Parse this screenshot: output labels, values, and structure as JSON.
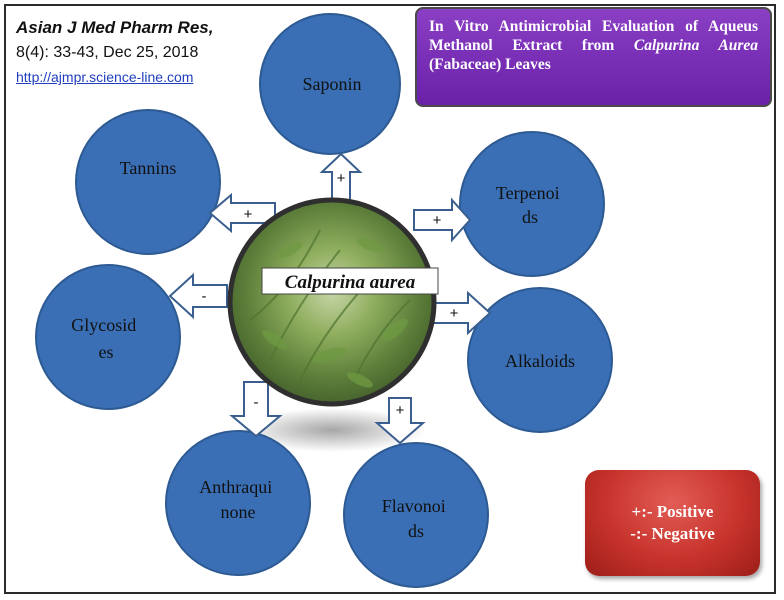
{
  "journal": {
    "name": "Asian J Med Pharm Res,",
    "volume": "8(4): 33-43, Dec 25, 2018",
    "url": "http://ajmpr.science-line.com"
  },
  "title": {
    "part1": "In Vitro Antimicrobial Evaluation of Aqueus Methanol Extract from ",
    "species": "Calpurina Aurea",
    "part2": " (Fabaceae) Leaves"
  },
  "center": {
    "label": "Calpurina aurea"
  },
  "nodes": [
    {
      "id": "saponin",
      "lines": [
        "Saponin"
      ],
      "sign": "+"
    },
    {
      "id": "tannins",
      "lines": [
        "Tannins"
      ],
      "sign": "+"
    },
    {
      "id": "terpenoids",
      "lines": [
        "Terpenoi",
        "ds"
      ],
      "sign": "+"
    },
    {
      "id": "glycosides",
      "lines": [
        "Glycosid",
        "es"
      ],
      "sign": "-"
    },
    {
      "id": "alkaloids",
      "lines": [
        "Alkaloids"
      ],
      "sign": "+"
    },
    {
      "id": "anthraquinone",
      "lines": [
        "Anthraqui",
        "none"
      ],
      "sign": "-"
    },
    {
      "id": "flavonoids",
      "lines": [
        "Flavonoi",
        "ds"
      ],
      "sign": "+"
    }
  ],
  "legend": {
    "positive": "+:- Positive",
    "negative": "-:- Negative"
  },
  "colors": {
    "node_fill": "#3a6fb5",
    "node_stroke": "#2d5a93",
    "title_bg": "#7a30b8",
    "legend_bg": "#c7332c"
  }
}
